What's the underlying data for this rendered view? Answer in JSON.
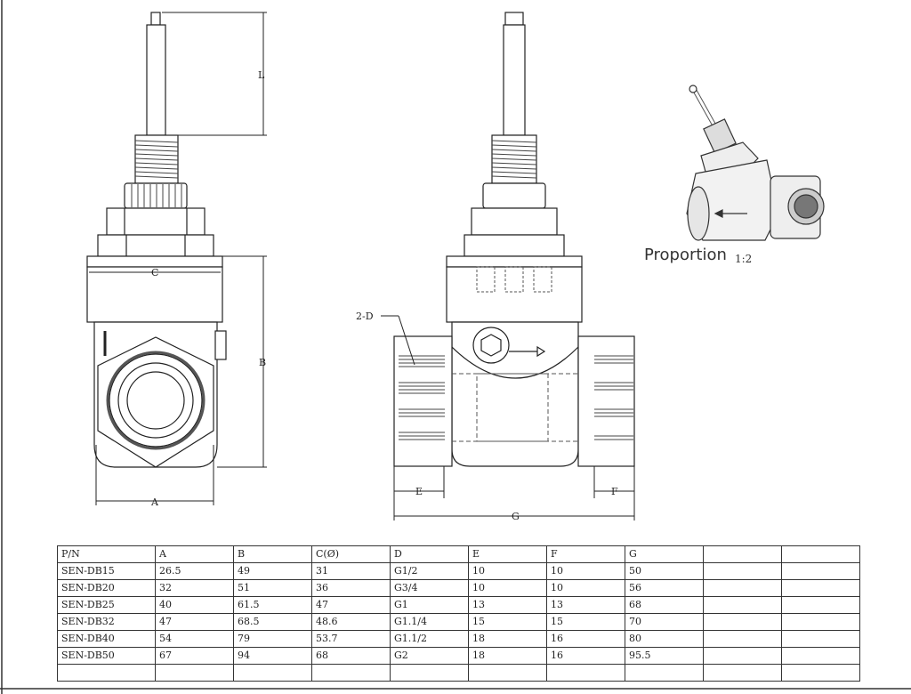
{
  "labels": {
    "dim_L": "L",
    "dim_C": "C",
    "dim_B": "B",
    "dim_A": "A",
    "dim_2D": "2-D",
    "dim_E": "E",
    "dim_F": "F",
    "dim_G": "G",
    "proportion": "Proportion",
    "ratio": "1:2"
  },
  "table": {
    "headers": [
      "P/N",
      "A",
      "B",
      "C(Ø)",
      "D",
      "E",
      "F",
      "G",
      "",
      ""
    ],
    "rows": [
      [
        "SEN-DB15",
        "26.5",
        "49",
        "31",
        "G1/2",
        "10",
        "10",
        "50",
        "",
        ""
      ],
      [
        "SEN-DB20",
        "32",
        "51",
        "36",
        "G3/4",
        "10",
        "10",
        "56",
        "",
        ""
      ],
      [
        "SEN-DB25",
        "40",
        "61.5",
        "47",
        "G1",
        "13",
        "13",
        "68",
        "",
        ""
      ],
      [
        "SEN-DB32",
        "47",
        "68.5",
        "48.6",
        "G1.1/4",
        "15",
        "15",
        "70",
        "",
        ""
      ],
      [
        "SEN-DB40",
        "54",
        "79",
        "53.7",
        "G1.1/2",
        "18",
        "16",
        "80",
        "",
        ""
      ],
      [
        "SEN-DB50",
        "67",
        "94",
        "68",
        "G2",
        "18",
        "16",
        "95.5",
        "",
        ""
      ],
      [
        "",
        "",
        "",
        "",
        "",
        "",
        "",
        "",
        "",
        ""
      ]
    ]
  }
}
